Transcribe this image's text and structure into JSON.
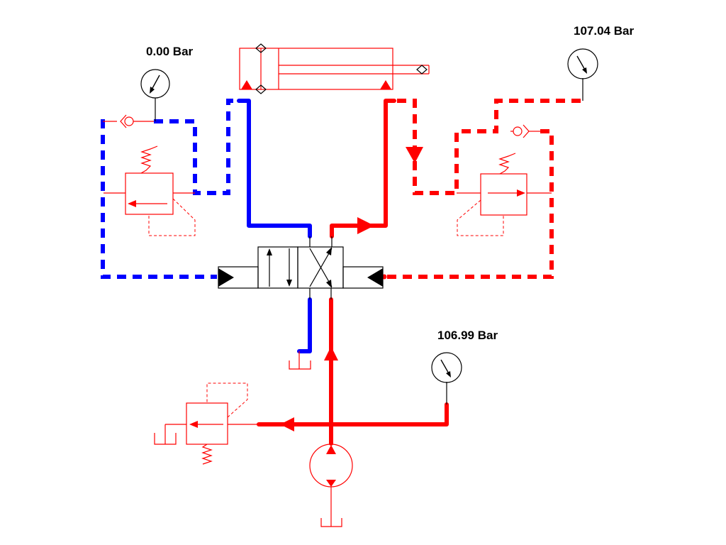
{
  "colors": {
    "pressure_line": "#ff0000",
    "return_line": "#0000ff",
    "symbol_outline": "#ff0000",
    "text": "#000000"
  },
  "gauges": [
    {
      "id": "gauge-left",
      "label": "0.00 Bar",
      "value": 0.0,
      "unit": "Bar"
    },
    {
      "id": "gauge-right",
      "label": "107.04 Bar",
      "value": 107.04,
      "unit": "Bar"
    },
    {
      "id": "gauge-supply",
      "label": "106.99 Bar",
      "value": 106.99,
      "unit": "Bar"
    }
  ],
  "components": [
    {
      "name": "double-acting-cylinder",
      "state": "extending"
    },
    {
      "name": "directional-control-valve-4-3",
      "state": "crossed position"
    },
    {
      "name": "hydraulic-pump",
      "state": "running"
    },
    {
      "name": "main-relief-valve",
      "state": "closed"
    },
    {
      "name": "counterbalance-valve-left",
      "state": "closed"
    },
    {
      "name": "counterbalance-valve-right",
      "state": "pilot pressurized"
    }
  ],
  "icons": [
    "pressure-gauge-icon",
    "check-valve-icon",
    "tank-icon",
    "spring-icon",
    "flow-arrow-icon"
  ]
}
